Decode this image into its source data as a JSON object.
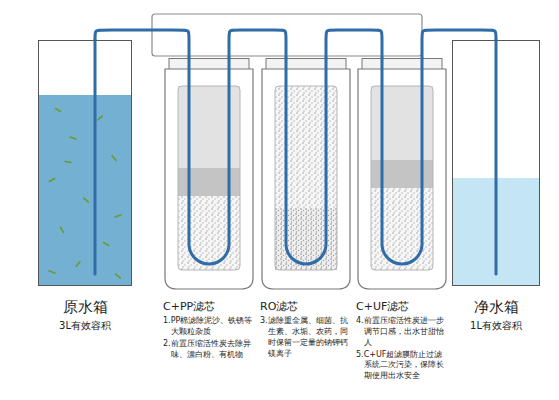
{
  "diagram": {
    "nodes": [
      {
        "text": [
          "原水箱",
          "3L有效容积"
        ]
      },
      {
        "text": [
          "C+PP滤芯",
          "1.PP棉滤除泥沙、铁锈等大颗粒杂质",
          "2.前置压缩活性炭去除异味、漂白粉、有机物"
        ]
      },
      {
        "text": [
          "RO滤芯",
          "3.滤除重金属、细菌、抗生素、水垢、农药，同时保留一定量的钠钾钙镁离子"
        ]
      },
      {
        "text": [
          "C+UF滤芯",
          "4.前置压缩活性炭进一步调节口感，出水甘甜怡人",
          "5.C+UF超滤膜防止过滤系统二次污染，保障长期使用出水安全"
        ]
      },
      {
        "text": [
          "净水箱",
          "1L有效容积"
        ]
      }
    ],
    "edges": [
      {
        "from": 0,
        "to": 1,
        "arrow": "none"
      },
      {
        "from": 1,
        "to": 2,
        "arrow": "none"
      },
      {
        "from": 2,
        "to": 3,
        "arrow": "none"
      },
      {
        "from": 3,
        "to": 4,
        "arrow": "none"
      }
    ]
  }
}
